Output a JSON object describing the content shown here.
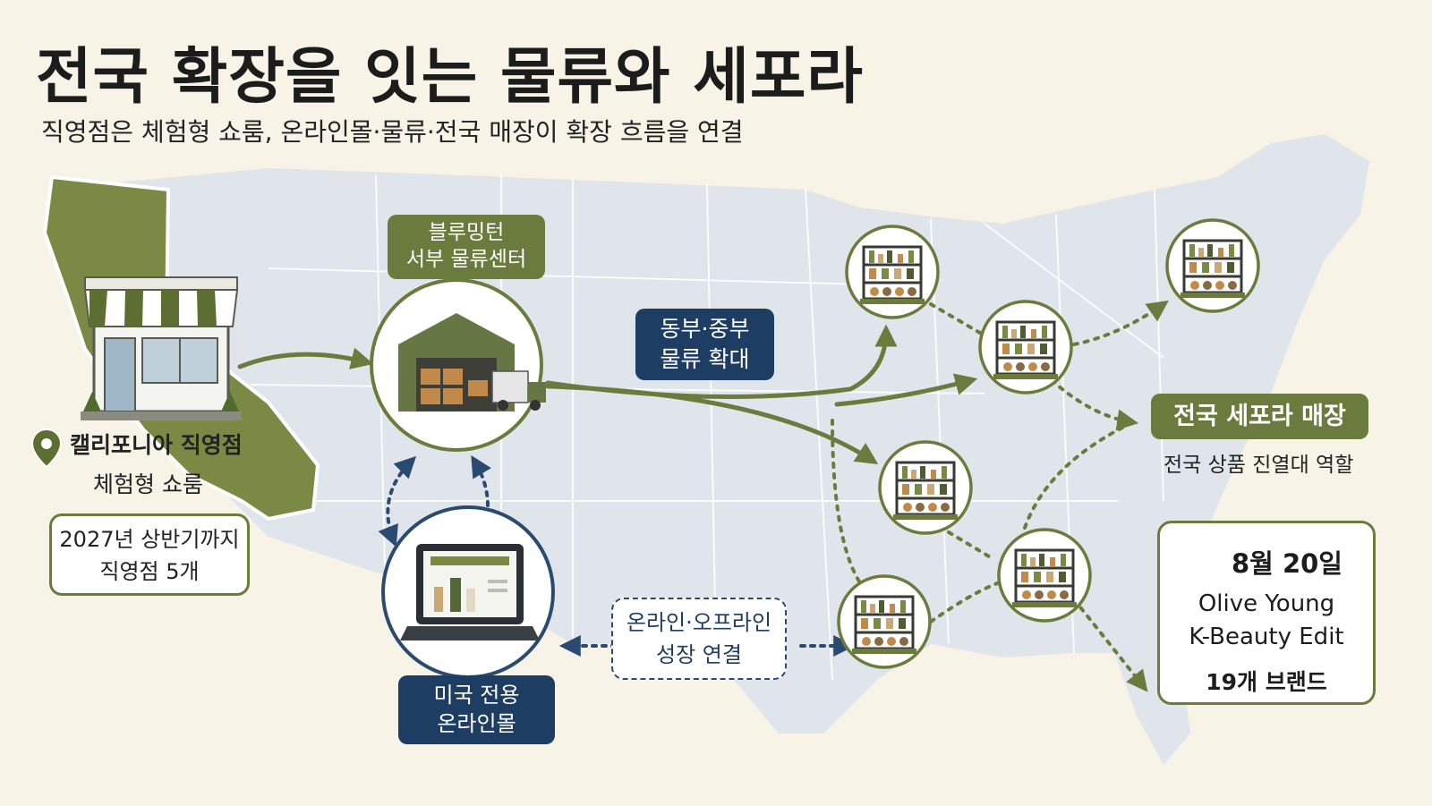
{
  "title": "전국 확장을 잇는 물류와 세포라",
  "subtitle": "직영점은 체험형 쇼룸, 온라인몰·물류·전국 매장이 확장 흐름을 연결",
  "colors": {
    "background": "#f7f3e6",
    "map": "#dfe5ea",
    "accent_green": "#6b7b3d",
    "accent_navy": "#1e3d63"
  },
  "california": {
    "store_name": "캘리포니아 직영점",
    "store_role": "체험형 쇼룸",
    "goal_line1": "2027년 상반기까지",
    "goal_line2": "직영점 5개"
  },
  "distribution_center": {
    "line1": "블루밍턴",
    "line2": "서부 물류센터"
  },
  "expansion": {
    "line1": "동부·중부",
    "line2": "물류 확대"
  },
  "online": {
    "line1": "미국 전용",
    "line2": "온라인몰"
  },
  "omni": {
    "line1": "온라인·오프라인",
    "line2": "성장 연결"
  },
  "sephora": {
    "label": "전국 세포라 매장",
    "role": "전국 상품 진열대 역할"
  },
  "launch": {
    "date": "8월 20일",
    "line1": "Olive Young",
    "line2": "K-Beauty Edit",
    "brands": "19개 브랜드"
  },
  "icons": [
    "storefront-icon",
    "location-pin-icon",
    "warehouse-icon",
    "truck-icon",
    "laptop-icon",
    "shelf-icon",
    "megaphone-icon"
  ]
}
